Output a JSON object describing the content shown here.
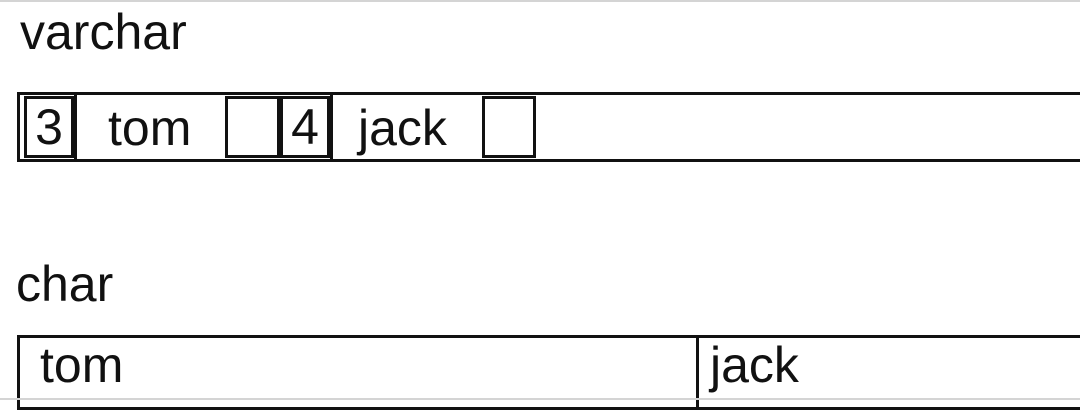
{
  "varchar": {
    "title": "varchar",
    "cells": [
      {
        "length": "3",
        "value": "tom"
      },
      {
        "length": "4",
        "value": "jack"
      }
    ]
  },
  "char": {
    "title": "char",
    "cells": [
      {
        "value": "tom"
      },
      {
        "value": "jack"
      }
    ]
  },
  "colors": {
    "line": "#111111",
    "rule": "#d4d4d4",
    "background": "#ffffff"
  }
}
